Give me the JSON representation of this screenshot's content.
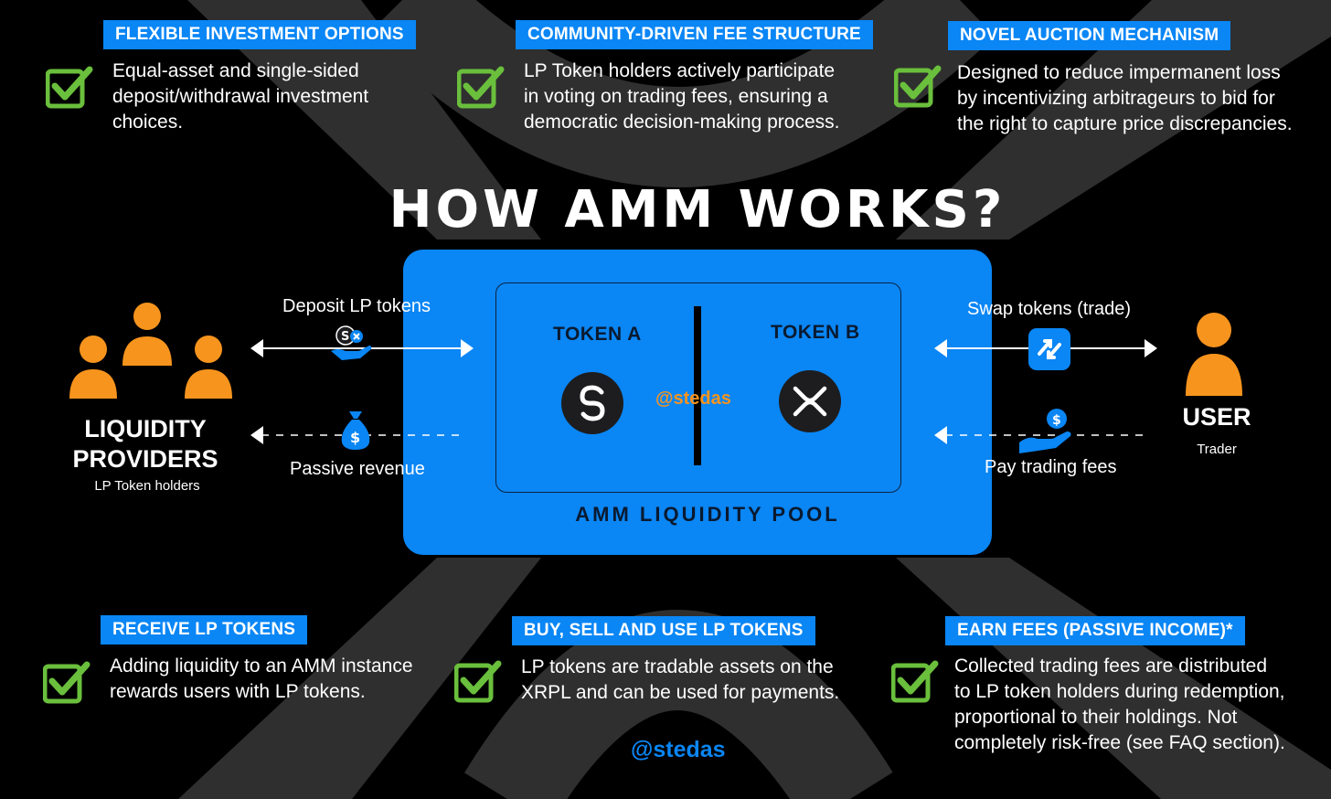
{
  "title": "HOW AMM WORKS?",
  "colors": {
    "accent": "#0a86f5",
    "check": "#6abf3c",
    "person": "#f7941d",
    "background": "#000000"
  },
  "features_top": [
    {
      "heading": "FLEXIBLE INVESTMENT OPTIONS",
      "text": "Equal-asset and single-sided\ndeposit/withdrawal investment\nchoices."
    },
    {
      "heading": "COMMUNITY-DRIVEN FEE STRUCTURE",
      "text": "LP Token holders actively participate\nin voting on trading fees, ensuring a\ndemocratic decision-making process."
    },
    {
      "heading": "NOVEL AUCTION MECHANISM",
      "text": "Designed to reduce impermanent loss\nby incentivizing arbitrageurs to bid for\nthe right to capture price discrepancies."
    }
  ],
  "features_bottom": [
    {
      "heading": "RECEIVE LP TOKENS",
      "text": "Adding liquidity to an AMM instance\nrewards users with LP tokens."
    },
    {
      "heading": "BUY, SELL AND USE LP TOKENS",
      "text": "LP tokens are tradable assets on the\nXRPL and can be used for payments."
    },
    {
      "heading": "EARN FEES (PASSIVE INCOME)*",
      "text": "Collected trading fees are distributed\nto LP token holders during redemption,\nproportional to their holdings. Not\ncompletely risk-free (see FAQ section)."
    }
  ],
  "pool": {
    "label": "AMM LIQUIDITY POOL",
    "token_a": "TOKEN A",
    "token_b": "TOKEN B",
    "watermark": "@stedas"
  },
  "left": {
    "title_line1": "LIQUIDITY",
    "title_line2": "PROVIDERS",
    "subtitle": "LP Token holders",
    "deposit_label": "Deposit LP tokens",
    "revenue_label": "Passive revenue"
  },
  "right": {
    "title": "USER",
    "subtitle": "Trader",
    "swap_label": "Swap tokens (trade)",
    "fees_label": "Pay trading fees"
  },
  "footer_watermark": "@stedas",
  "icons": {
    "check": "check-icon",
    "people": "group-people-icon",
    "person": "person-icon",
    "money_bag": "money-bag-icon",
    "hand_token": "hand-token-icon",
    "swap": "swap-icon",
    "hand_coin": "hand-coin-icon",
    "token_a": "token-a-logo",
    "token_b": "xrp-logo"
  }
}
